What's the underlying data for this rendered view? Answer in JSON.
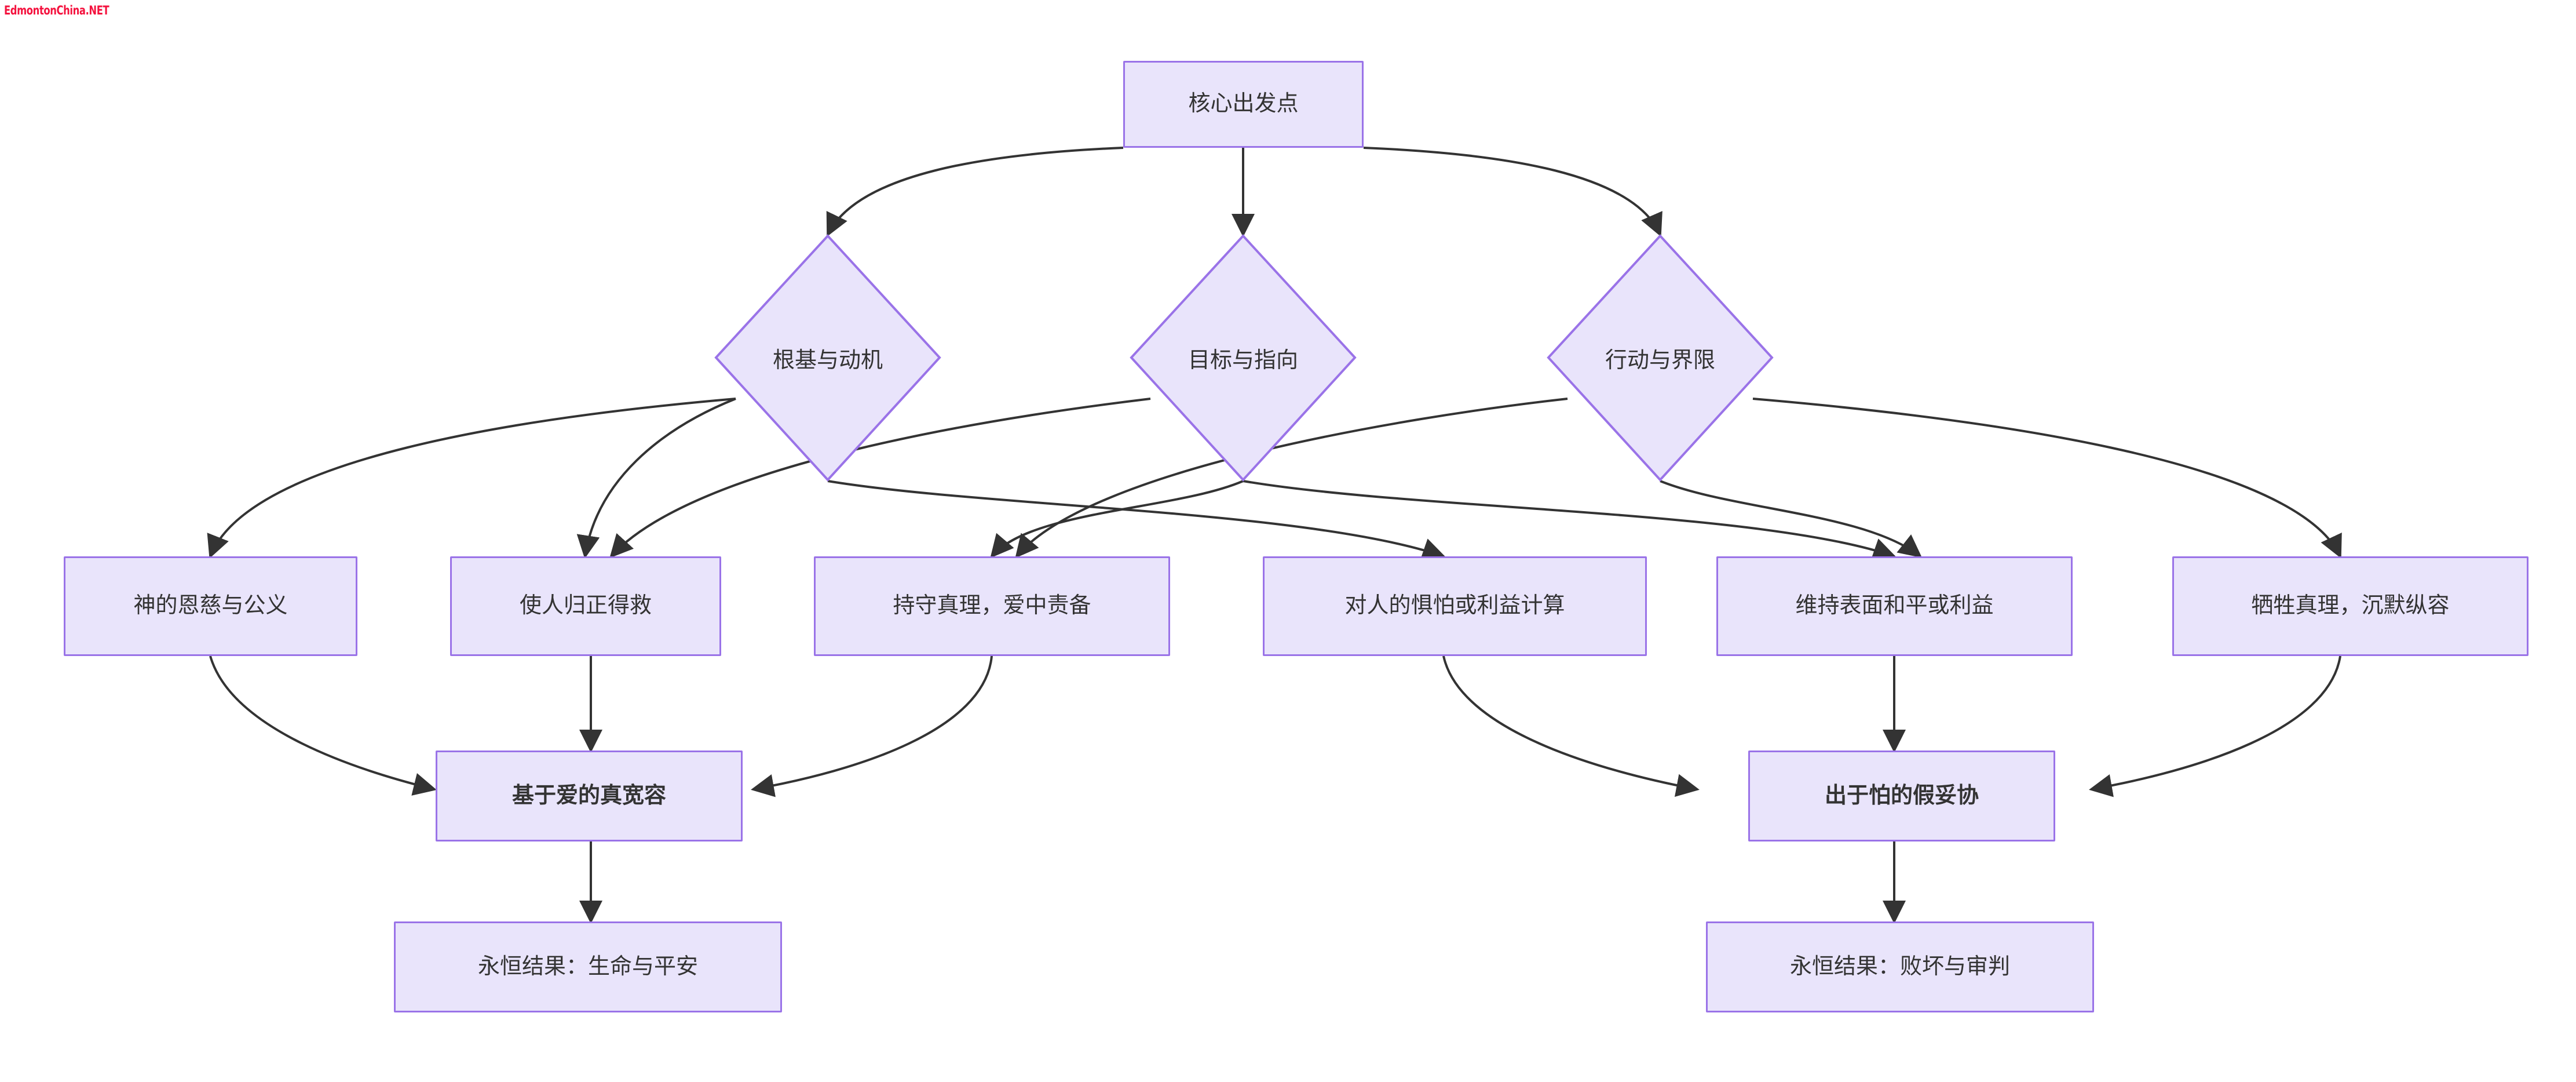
{
  "watermark": {
    "text": "EdmontonChina.NET",
    "color": "#f4123e"
  },
  "theme": {
    "node_fill": "#e9e4fb",
    "node_border": "#9a73e8",
    "edge_color": "#333333",
    "text_color": "#333333",
    "background": "#ffffff"
  },
  "diagram": {
    "type": "flowchart",
    "direction": "top-down",
    "root": {
      "id": "root",
      "label": "核心出发点",
      "shape": "rect"
    },
    "decisions": [
      {
        "id": "d1",
        "label": "根基与动机",
        "shape": "diamond"
      },
      {
        "id": "d2",
        "label": "目标与指向",
        "shape": "diamond"
      },
      {
        "id": "d3",
        "label": "行动与界限",
        "shape": "diamond"
      }
    ],
    "branches": [
      {
        "id": "b1",
        "label": "神的恩慈与公义",
        "shape": "rect"
      },
      {
        "id": "b2",
        "label": "使人归正得救",
        "shape": "rect"
      },
      {
        "id": "b3",
        "label": "持守真理，爱中责备",
        "shape": "rect"
      },
      {
        "id": "b4",
        "label": "对人的惧怕或利益计算",
        "shape": "rect"
      },
      {
        "id": "b5",
        "label": "维持表面和平或利益",
        "shape": "rect"
      },
      {
        "id": "b6",
        "label": "牺牲真理，沉默纵容",
        "shape": "rect"
      }
    ],
    "conclusions": [
      {
        "id": "c1",
        "label": "基于爱的真宽容",
        "shape": "rect",
        "emphasis": "bold"
      },
      {
        "id": "c2",
        "label": "出于怕的假妥协",
        "shape": "rect",
        "emphasis": "bold"
      }
    ],
    "outcomes": [
      {
        "id": "o1",
        "label": "永恒结果：生命与平安",
        "shape": "rect"
      },
      {
        "id": "o2",
        "label": "永恒结果：败坏与审判",
        "shape": "rect"
      }
    ],
    "edges": [
      {
        "from": "root",
        "to": "d1"
      },
      {
        "from": "root",
        "to": "d2"
      },
      {
        "from": "root",
        "to": "d3"
      },
      {
        "from": "d1",
        "to": "b1"
      },
      {
        "from": "d1",
        "to": "b2"
      },
      {
        "from": "d1",
        "to": "b4"
      },
      {
        "from": "d2",
        "to": "b2"
      },
      {
        "from": "d2",
        "to": "b3"
      },
      {
        "from": "d2",
        "to": "b5"
      },
      {
        "from": "d3",
        "to": "b3"
      },
      {
        "from": "d3",
        "to": "b5"
      },
      {
        "from": "d3",
        "to": "b6"
      },
      {
        "from": "b1",
        "to": "c1"
      },
      {
        "from": "b2",
        "to": "c1"
      },
      {
        "from": "b3",
        "to": "c1"
      },
      {
        "from": "b4",
        "to": "c2"
      },
      {
        "from": "b5",
        "to": "c2"
      },
      {
        "from": "b6",
        "to": "c2"
      },
      {
        "from": "c1",
        "to": "o1"
      },
      {
        "from": "c2",
        "to": "o2"
      }
    ]
  }
}
